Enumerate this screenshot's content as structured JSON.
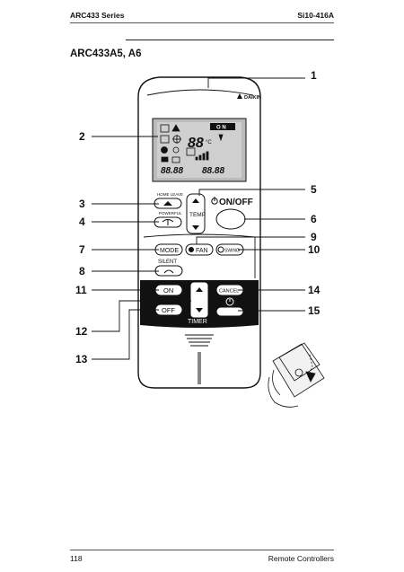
{
  "header": {
    "series": "ARC433 Series",
    "doc_id": "Si10-416A"
  },
  "title": "ARC433A5, A6",
  "footer": {
    "page": "118",
    "section": "Remote Controllers"
  },
  "remote": {
    "brand": "DAIKIN",
    "display": {
      "on_label": "O N",
      "time_left": "88.88",
      "time_right": "88.88",
      "temp": "88",
      "unit": "°C"
    },
    "buttons": {
      "home_leave": "HOME LEAVE",
      "powerful": "POWERFUL",
      "temp": "TEMP",
      "on_off": "ON/OFF",
      "mode": "MODE",
      "fan": "FAN",
      "swing": "SWING",
      "silent": "SILENT",
      "on": "ON",
      "off": "OFF",
      "cancel": "CANCEL",
      "timer": "TIMER"
    }
  },
  "callouts": [
    "1",
    "2",
    "3",
    "4",
    "5",
    "6",
    "7",
    "8",
    "9",
    "10",
    "11",
    "12",
    "13",
    "14",
    "15"
  ]
}
